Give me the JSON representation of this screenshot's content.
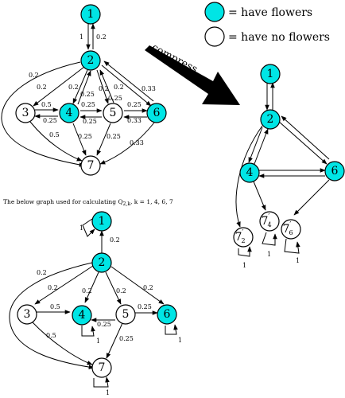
{
  "colors": {
    "flower": "#00e5e5",
    "plain": "#ffffff",
    "stroke": "#000000"
  },
  "legend": {
    "flowers": "= have flowers",
    "no_flowers": "= have no flowers"
  },
  "compress_label": "compress",
  "caption": "The below graph used for calculating Q",
  "caption_sub": "2,k",
  "caption_tail": ", k = 1, 4, 6, 7",
  "graph_a": {
    "nodes": [
      {
        "id": "1",
        "label": "1",
        "flower": true
      },
      {
        "id": "2",
        "label": "2",
        "flower": true
      },
      {
        "id": "3",
        "label": "3",
        "flower": false
      },
      {
        "id": "4",
        "label": "4",
        "flower": true
      },
      {
        "id": "5",
        "label": "5",
        "flower": false
      },
      {
        "id": "6",
        "label": "6",
        "flower": true
      },
      {
        "id": "7",
        "label": "7",
        "flower": false
      }
    ],
    "edge_labels": {
      "e1_2": "1",
      "e2_1": "0.2",
      "e2_3": "0.2",
      "e2_4": "0.2",
      "e4_2": "0.25",
      "e5_2": "0.25",
      "e2_5": "0.2",
      "e2_6": "0.2",
      "e6_2": "0.33",
      "e2_7": "0.2",
      "e3_4": "0.5",
      "e4_3": "0.25",
      "e3_7": "0.5",
      "e4_5": "0.25",
      "e5_4": "0.25",
      "e4_7": "0.25",
      "e5_7": "0.25",
      "e5_6": "0.25",
      "e6_5": "0.33",
      "e6_7": "0.33"
    }
  },
  "graph_b": {
    "nodes": [
      {
        "id": "1",
        "label": "1",
        "flower": true
      },
      {
        "id": "2",
        "label": "2",
        "flower": true
      },
      {
        "id": "4",
        "label": "4",
        "flower": true
      },
      {
        "id": "6",
        "label": "6",
        "flower": true
      },
      {
        "id": "72",
        "label": "7",
        "sub": "2",
        "flower": false
      },
      {
        "id": "74",
        "label": "7",
        "sub": "4",
        "flower": false
      },
      {
        "id": "76",
        "label": "7",
        "sub": "6",
        "flower": false
      }
    ],
    "edge_labels": {
      "loop72": "1",
      "loop74": "1",
      "loop76": "1"
    },
    "prime": "′"
  },
  "graph_c": {
    "nodes": [
      {
        "id": "1",
        "label": "1",
        "flower": true
      },
      {
        "id": "2",
        "label": "2",
        "flower": true
      },
      {
        "id": "3",
        "label": "3",
        "flower": false
      },
      {
        "id": "4",
        "label": "4",
        "flower": true
      },
      {
        "id": "5",
        "label": "5",
        "flower": false
      },
      {
        "id": "6",
        "label": "6",
        "flower": true
      },
      {
        "id": "7",
        "label": "7",
        "flower": false
      }
    ],
    "edge_labels": {
      "loop1": "1",
      "e2_1": "0.2",
      "e2_3": "0.2",
      "e2_4": "0.2",
      "e2_5": "0.2",
      "e2_6": "0.2",
      "e2_7": "0.2",
      "e3_4": "0.5",
      "e3_7": "0.5",
      "e5_4": "0.25",
      "e5_6": "0.25",
      "e5_7": "0.25",
      "loop4": "1",
      "loop6": "1",
      "loop7": "1"
    }
  }
}
